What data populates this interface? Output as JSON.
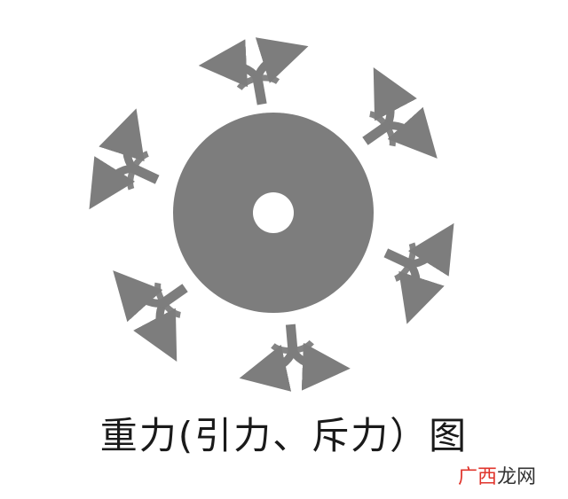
{
  "diagram": {
    "caption": "重力(引力、斥力）图",
    "disc_color": "#7d7d7d",
    "hole_color": "#ffffff",
    "arrow_color": "#7d7d7d",
    "arrow_icon": "double-headed-curved-arrow"
  },
  "watermark": {
    "part1": "广西",
    "part2": "龙网",
    "color1": "#e0342b",
    "color2": "#333333"
  }
}
